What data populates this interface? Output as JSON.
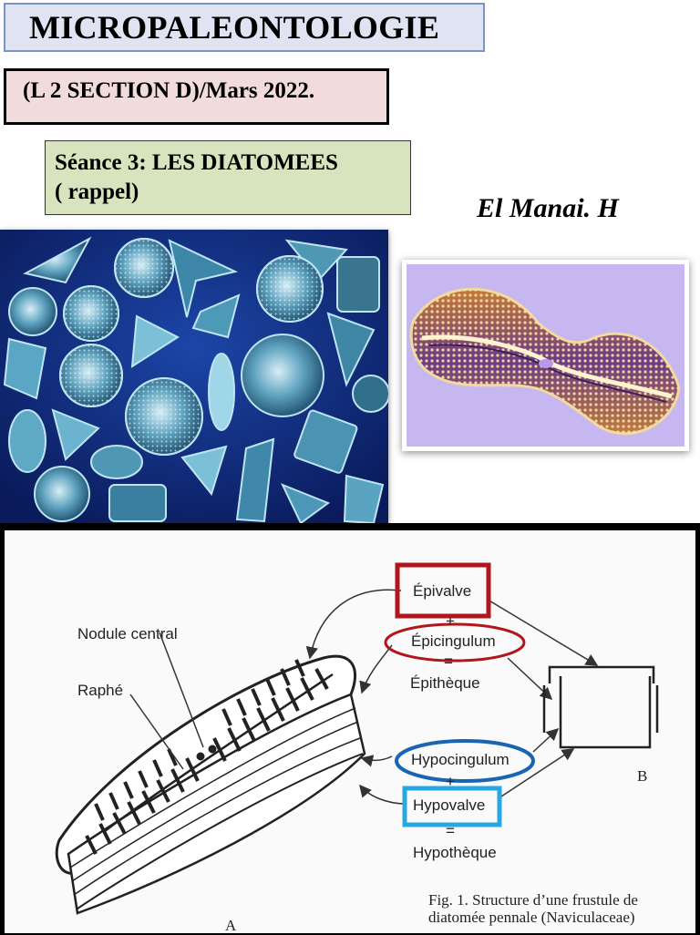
{
  "header": {
    "title": "MICROPALEONTOLOGIE",
    "section": "(L 2 SECTION D)/Mars 2022.",
    "seance_line1": "Séance 3: LES DIATOMEES",
    "seance_line2": "( rappel)",
    "author": "El Manai. H"
  },
  "diagram": {
    "labels": {
      "nodule": "Nodule central",
      "raphe": "Raphé",
      "epivalve": "Épivalve",
      "plus1": "+",
      "epicingulum": "Épicingulum",
      "eq1": "=",
      "epitheque": "Épithèque",
      "hypocingulum": "Hypocingulum",
      "plus2": "+",
      "hypovalve": "Hypovalve",
      "eq2": "=",
      "hypotheque": "Hypothèque",
      "a": "A",
      "b": "B"
    },
    "caption_line1": "Fig. 1. Structure d’une frustule de",
    "caption_line2": "diatomée pennale (Naviculaceae)",
    "colors": {
      "epivalve_box": "#b0161b",
      "epicingulum_ellipse": "#b0161b",
      "hypocingulum_ellipse": "#1a64b4",
      "hypovalve_box": "#28a8e0"
    }
  }
}
